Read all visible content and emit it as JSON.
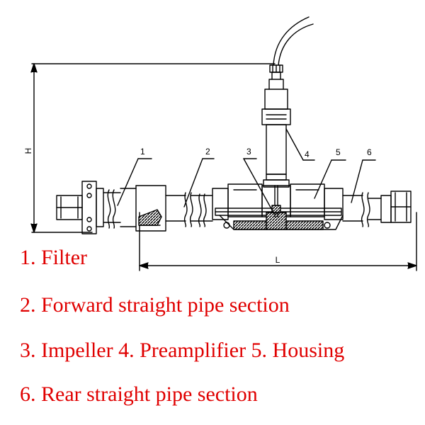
{
  "colors": {
    "legend_text": "#e00000",
    "line": "#000000",
    "background": "#ffffff"
  },
  "diagram": {
    "dimension_height_label": "H",
    "dimension_length_label": "L",
    "callouts": [
      "1",
      "2",
      "3",
      "4",
      "5",
      "6"
    ]
  },
  "legend": {
    "line_1": "1. Filter",
    "line_2": "2. Forward straight pipe section",
    "line_3": "3. Impeller 4. Preamplifier 5. Housing",
    "line_4": "6. Rear straight pipe section"
  }
}
